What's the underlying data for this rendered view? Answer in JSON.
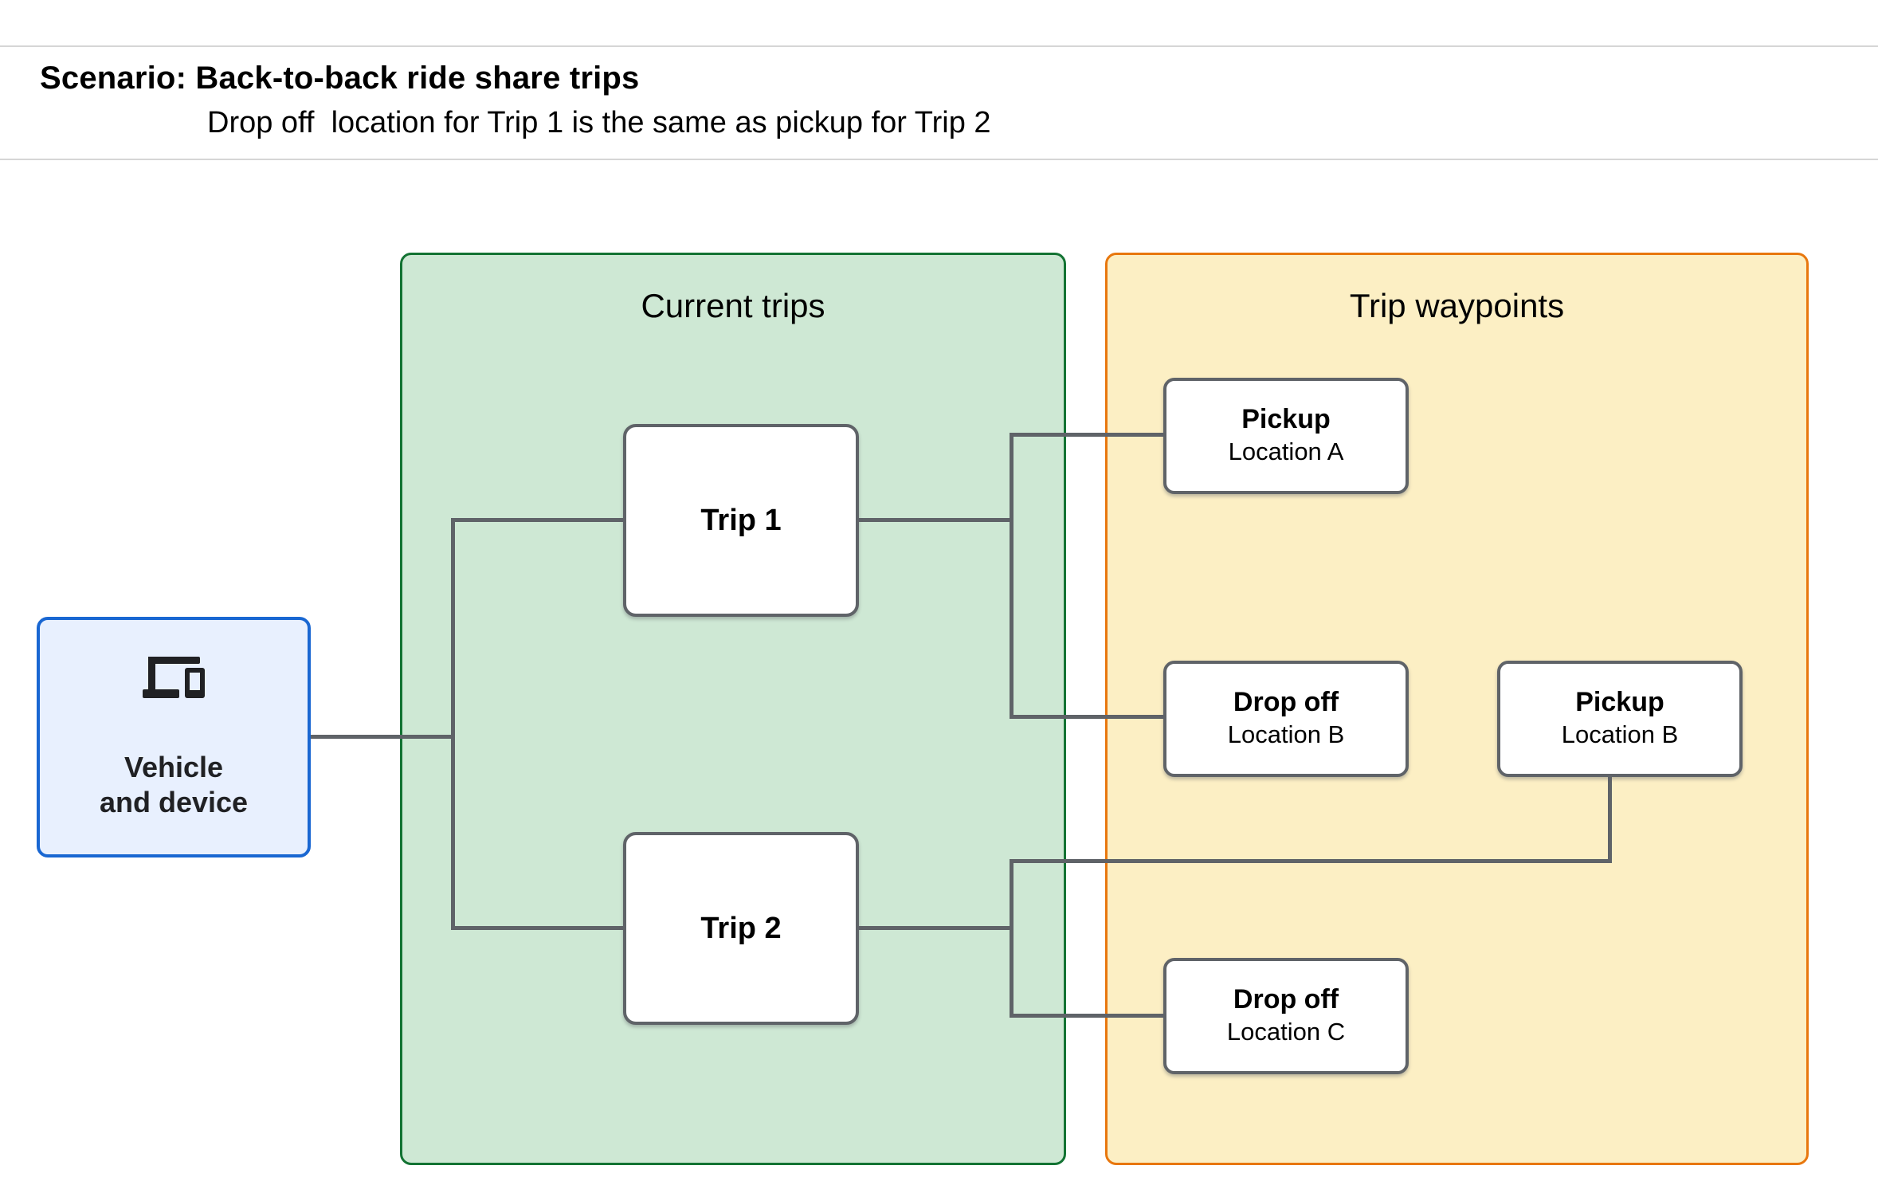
{
  "header": {
    "title": "Scenario: Back-to-back ride share trips",
    "subtitle": "Drop off  location for Trip 1 is the same as pickup for Trip 2"
  },
  "diagram": {
    "vehicle": {
      "icon": "laptop-phone-icon",
      "label_line1": "Vehicle",
      "label_line2": "and device"
    },
    "panels": [
      {
        "id": "current-trips",
        "title": "Current trips",
        "fill": "#cee8d4",
        "border": "#137333"
      },
      {
        "id": "trip-waypoints",
        "title": "Trip waypoints",
        "fill": "#fcefc4",
        "border": "#e8770e"
      }
    ],
    "trips": [
      {
        "label": "Trip 1"
      },
      {
        "label": "Trip 2"
      }
    ],
    "waypoints": [
      {
        "type": "Pickup",
        "location": "Location A"
      },
      {
        "type": "Drop off",
        "location": "Location B"
      },
      {
        "type": "Pickup",
        "location": "Location B"
      },
      {
        "type": "Drop off",
        "location": "Location C"
      }
    ],
    "colors": {
      "vehicle_fill": "#e8f0fe",
      "vehicle_border": "#1967d2",
      "current_trips_fill": "#cee8d4",
      "current_trips_border": "#137333",
      "trip_waypoints_fill": "#fcefc4",
      "trip_waypoints_border": "#e8770e",
      "node_border": "#5f6368",
      "connector": "#5f6368",
      "divider": "#d6d6d6",
      "icon": "#202124",
      "text": "#000000"
    }
  }
}
